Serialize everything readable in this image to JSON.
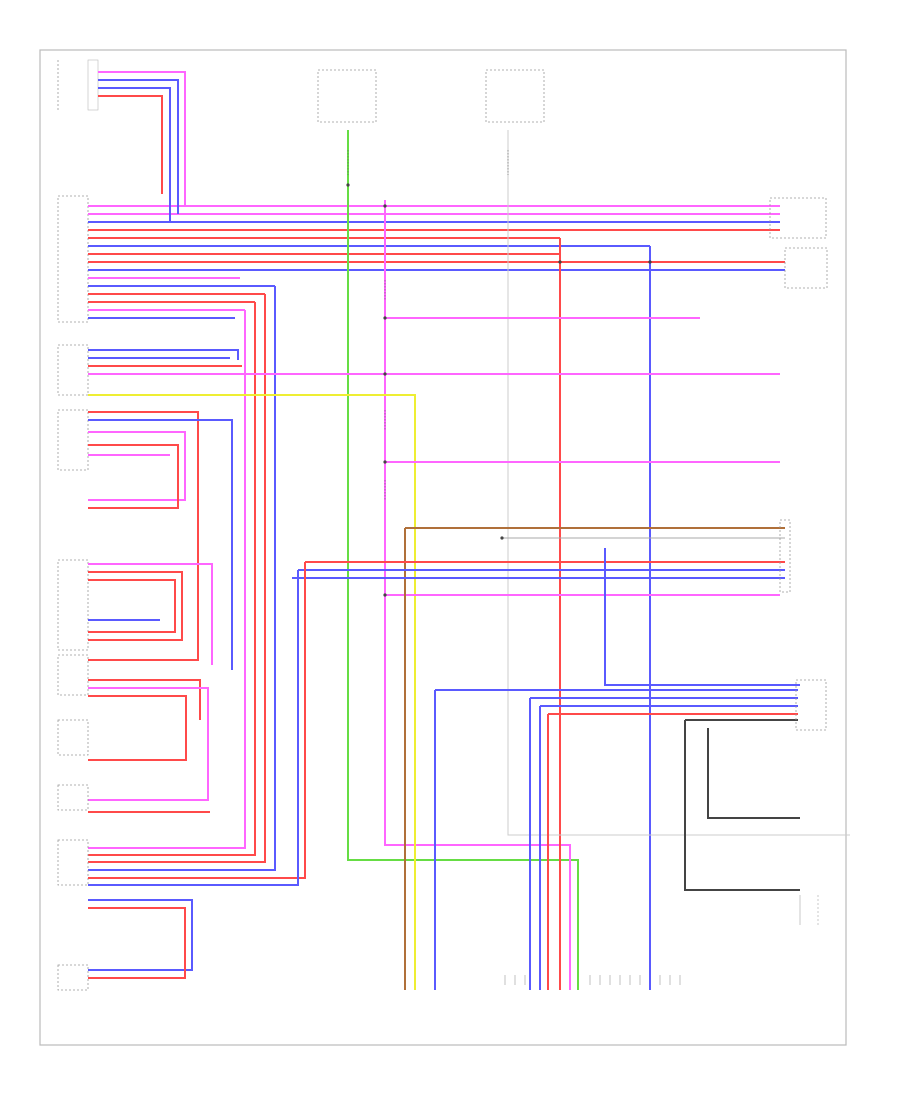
{
  "diagram": {
    "footer_code": "",
    "wire_colors": {
      "red": "#ff4a4a",
      "blue": "#5a5aff",
      "pink": "#ff66ff",
      "green": "#66dd44",
      "yellow": "#eeee33",
      "brown": "#b0703a",
      "gray": "#888888",
      "black": "#444444"
    },
    "components": [
      {
        "id": "top-left-sensor",
        "label": ""
      },
      {
        "id": "front-right-unit",
        "label": ""
      },
      {
        "id": "main-connector-left",
        "label": ""
      },
      {
        "id": "junction-block-left",
        "label": ""
      },
      {
        "id": "right-upper-module",
        "label": ""
      },
      {
        "id": "right-sensor-box",
        "label": ""
      },
      {
        "id": "right-mid-module",
        "label": ""
      },
      {
        "id": "right-lower-module",
        "label": ""
      },
      {
        "id": "bottom-left-connector",
        "label": ""
      },
      {
        "id": "bottom-center-connector-a",
        "label": ""
      },
      {
        "id": "bottom-center-connector-b",
        "label": ""
      }
    ]
  }
}
